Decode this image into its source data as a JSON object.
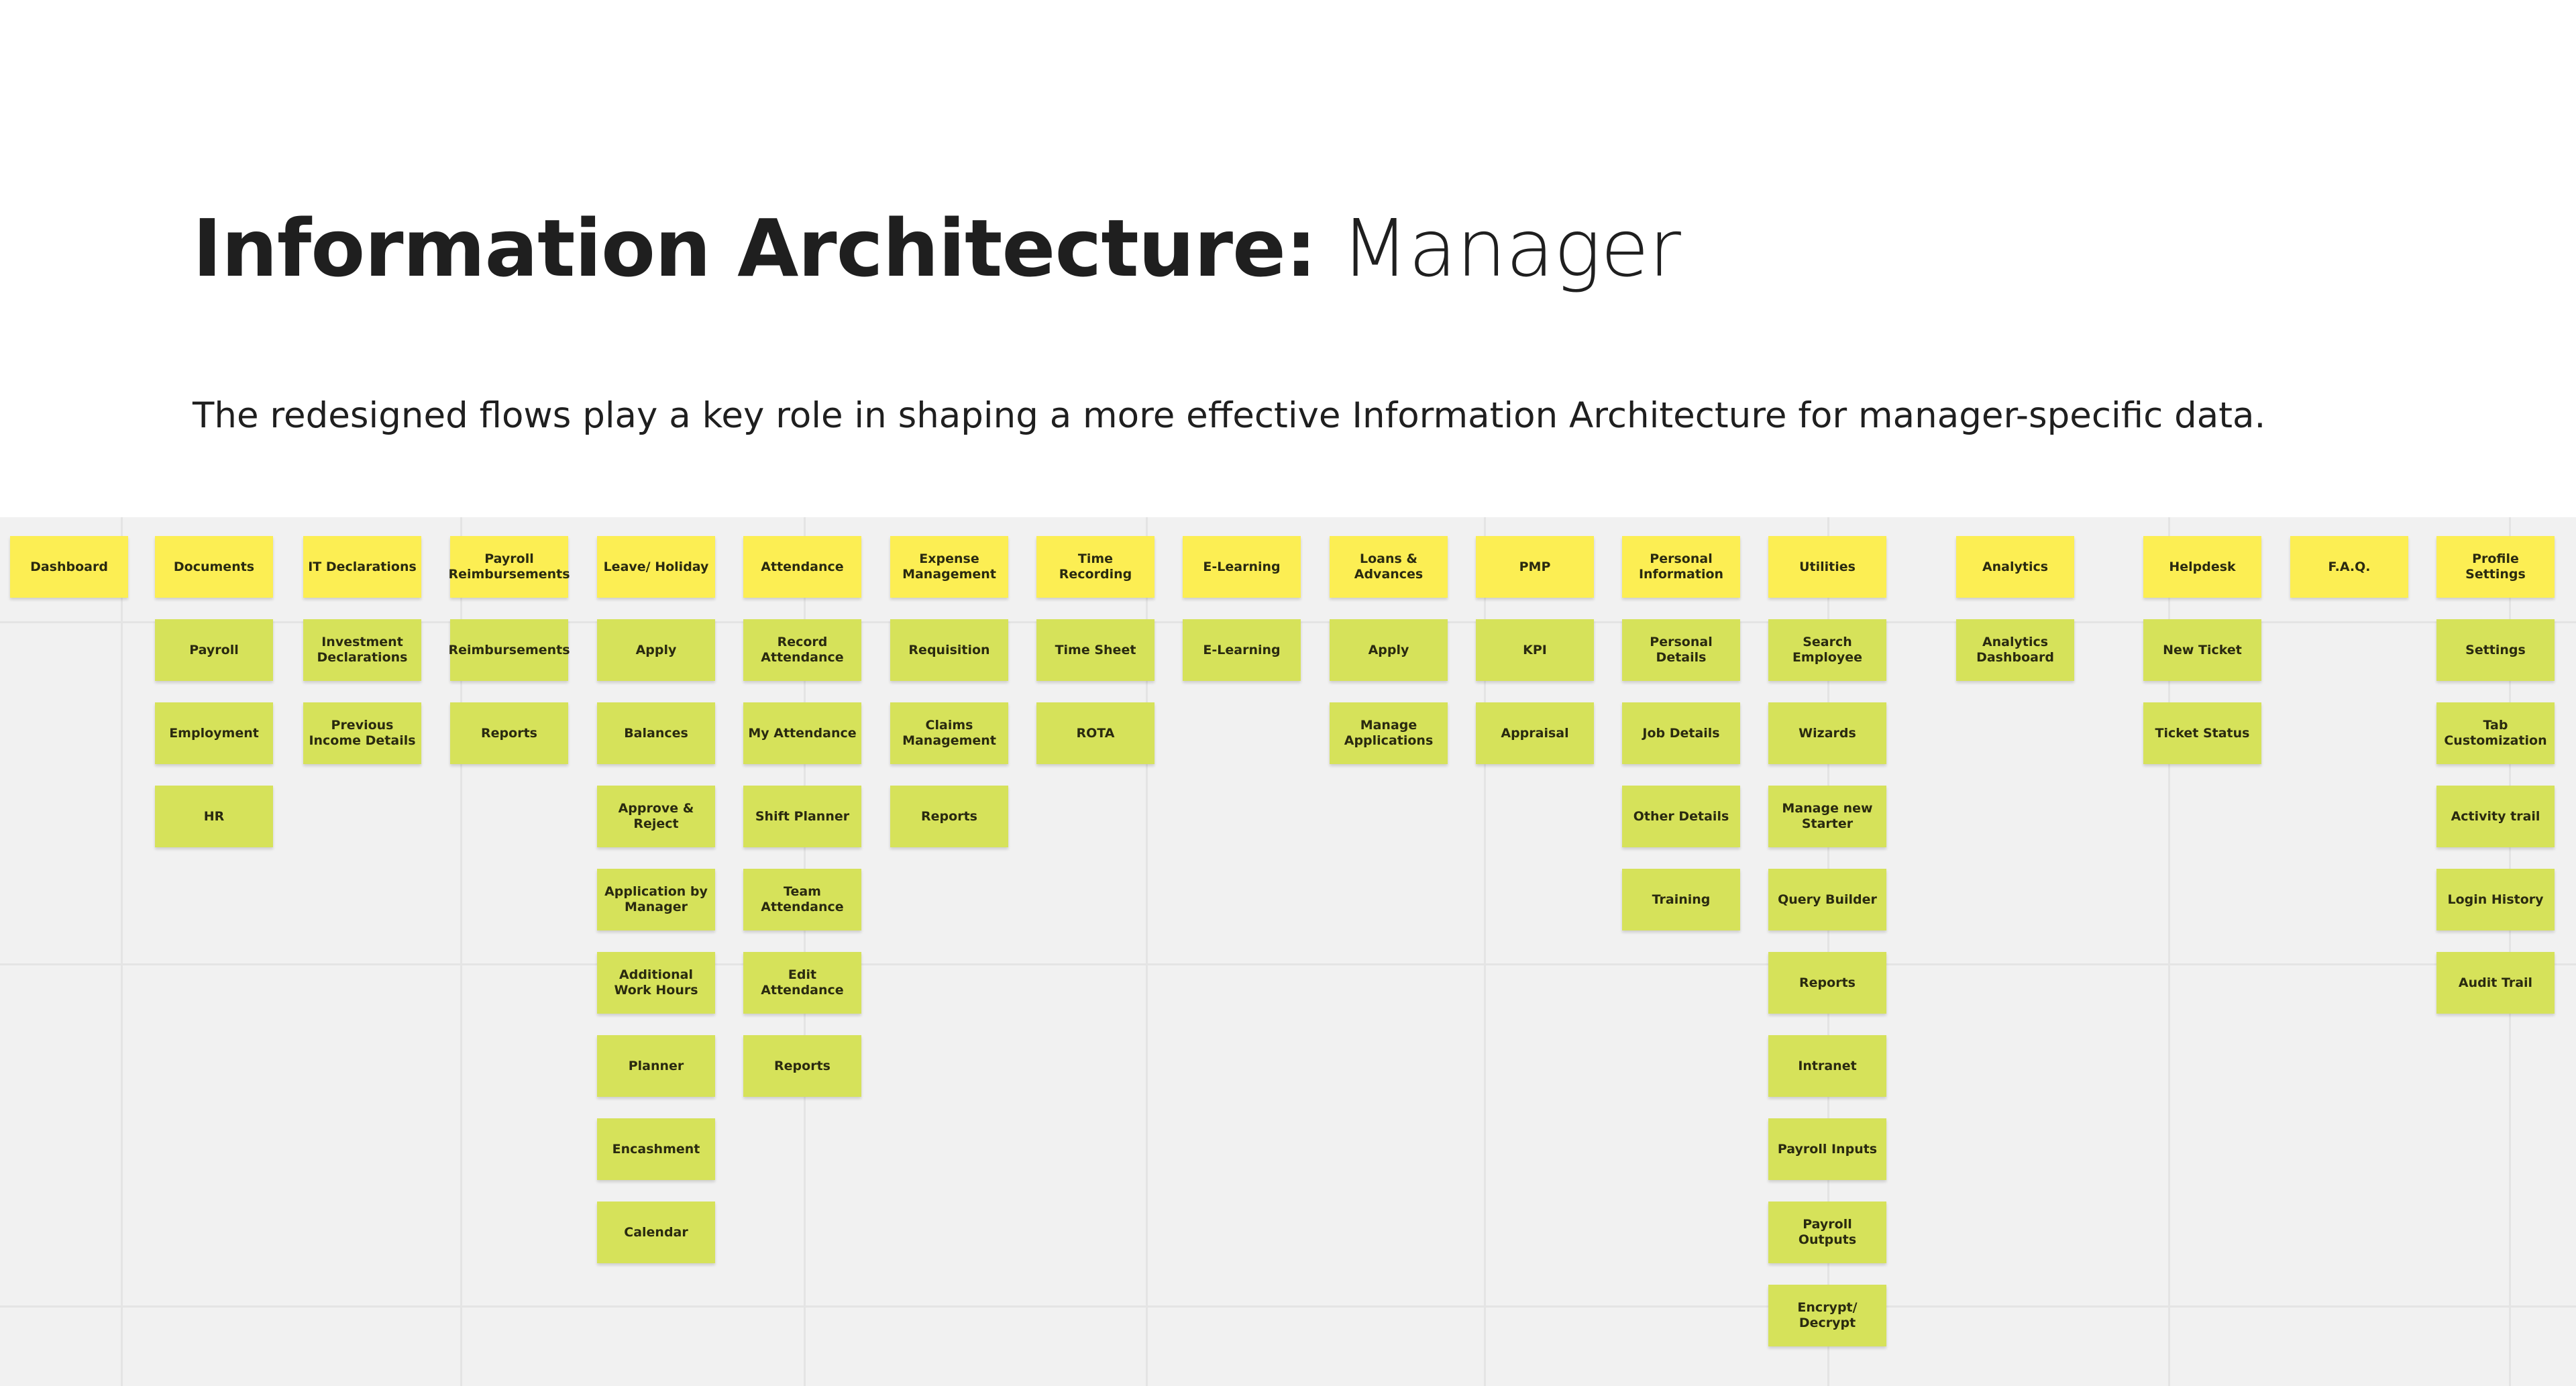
{
  "header": {
    "title_bold": "Information Architecture:",
    "title_light": " Manager",
    "subtitle": "The redesigned flows play a key role in shaping a more effective Information Architecture for manager-specific data."
  },
  "colors": {
    "head_note": "#fcee53",
    "sub_note": "#d6e25a",
    "board": "#f1f1f1"
  },
  "columns": [
    {
      "head": "Dashboard",
      "items": []
    },
    {
      "head": "Documents",
      "items": [
        "Payroll",
        "Employment",
        "HR"
      ]
    },
    {
      "head": "IT Declarations",
      "items": [
        "Investment Declarations",
        "Previous Income Details"
      ]
    },
    {
      "head": "Payroll Reimbursements",
      "items": [
        "Reimbursements",
        "Reports"
      ]
    },
    {
      "head": "Leave/ Holiday",
      "items": [
        "Apply",
        "Balances",
        "Approve & Reject",
        "Application by Manager",
        "Additional Work Hours",
        "Planner",
        "Encashment",
        "Calendar"
      ]
    },
    {
      "head": "Attendance",
      "items": [
        "Record Attendance",
        "My Attendance",
        "Shift Planner",
        "Team Attendance",
        "Edit Attendance",
        "Reports"
      ]
    },
    {
      "head": "Expense Management",
      "items": [
        "Requisition",
        "Claims Management",
        "Reports"
      ]
    },
    {
      "head": "Time Recording",
      "items": [
        "Time Sheet",
        "ROTA"
      ]
    },
    {
      "head": "E-Learning",
      "items": [
        "E-Learning"
      ]
    },
    {
      "head": "Loans & Advances",
      "items": [
        "Apply",
        "Manage Applications"
      ]
    },
    {
      "head": "PMP",
      "items": [
        "KPI",
        "Appraisal"
      ]
    },
    {
      "head": "Personal Information",
      "items": [
        "Personal Details",
        "Job Details",
        "Other Details",
        "Training"
      ]
    },
    {
      "head": "Utilities",
      "items": [
        "Search Employee",
        "Wizards",
        "Manage new Starter",
        "Query Builder",
        "Reports",
        "Intranet",
        "Payroll Inputs",
        "Payroll Outputs",
        "Encrypt/ Decrypt"
      ]
    },
    {
      "head": "Analytics",
      "items": [
        "Analytics Dashboard"
      ]
    },
    {
      "head": "Helpdesk",
      "items": [
        "New Ticket",
        "Ticket Status"
      ]
    },
    {
      "head": "F.A.Q.",
      "items": []
    },
    {
      "head": "Profile Settings",
      "items": [
        "Settings",
        "Tab Customization",
        "Activity trail",
        "Login History",
        "Audit Trail"
      ]
    }
  ]
}
